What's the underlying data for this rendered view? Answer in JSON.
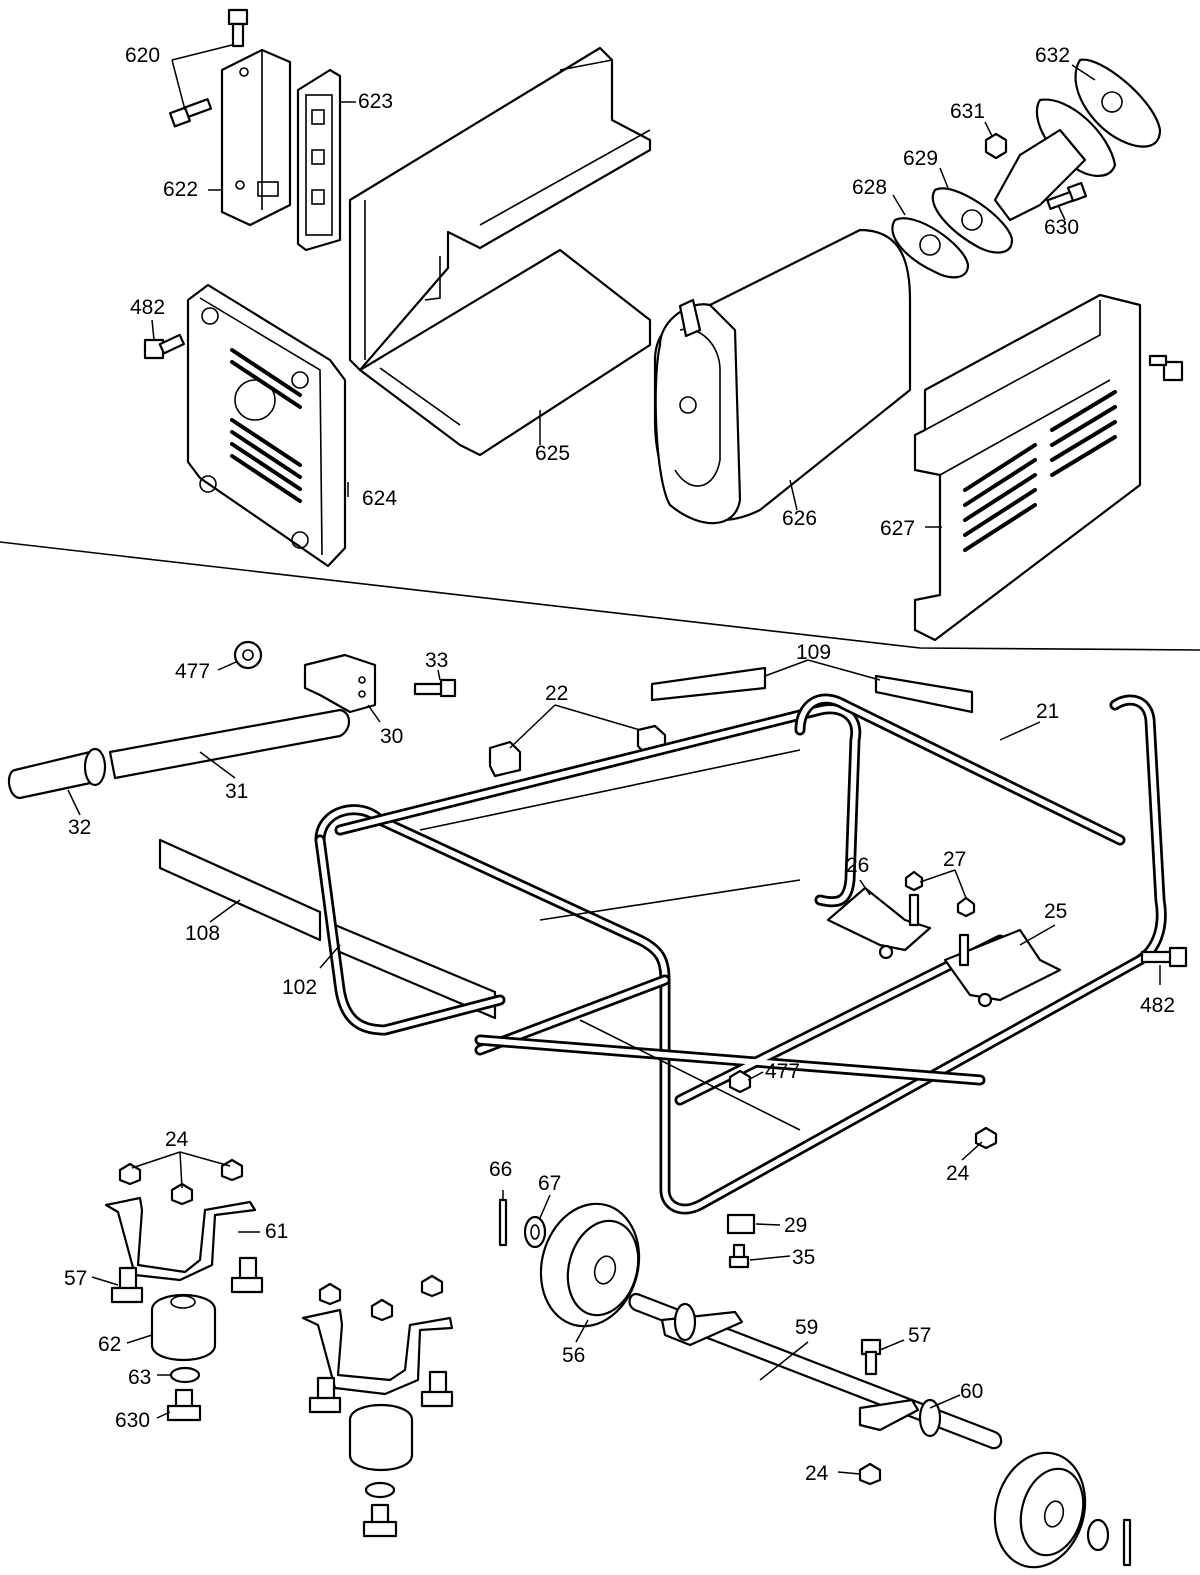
{
  "callouts": [
    {
      "id": "c620",
      "text": "620"
    },
    {
      "id": "c623",
      "text": "623"
    },
    {
      "id": "c622",
      "text": "622"
    },
    {
      "id": "c632",
      "text": "632"
    },
    {
      "id": "c631",
      "text": "631"
    },
    {
      "id": "c629",
      "text": "629"
    },
    {
      "id": "c628",
      "text": "628"
    },
    {
      "id": "c630a",
      "text": "630"
    },
    {
      "id": "c482a",
      "text": "482"
    },
    {
      "id": "c625",
      "text": "625"
    },
    {
      "id": "c624",
      "text": "624"
    },
    {
      "id": "c626",
      "text": "626"
    },
    {
      "id": "c627",
      "text": "627"
    },
    {
      "id": "c477a",
      "text": "477"
    },
    {
      "id": "c33",
      "text": "33"
    },
    {
      "id": "c30",
      "text": "30"
    },
    {
      "id": "c109",
      "text": "109"
    },
    {
      "id": "c22",
      "text": "22"
    },
    {
      "id": "c21",
      "text": "21"
    },
    {
      "id": "c31",
      "text": "31"
    },
    {
      "id": "c32",
      "text": "32"
    },
    {
      "id": "c26",
      "text": "26"
    },
    {
      "id": "c27",
      "text": "27"
    },
    {
      "id": "c25",
      "text": "25"
    },
    {
      "id": "c108",
      "text": "108"
    },
    {
      "id": "c102",
      "text": "102"
    },
    {
      "id": "c482b",
      "text": "482"
    },
    {
      "id": "c477b",
      "text": "477"
    },
    {
      "id": "c24a",
      "text": "24"
    },
    {
      "id": "c24b",
      "text": "24"
    },
    {
      "id": "c61",
      "text": "61"
    },
    {
      "id": "c57a",
      "text": "57"
    },
    {
      "id": "c62",
      "text": "62"
    },
    {
      "id": "c63",
      "text": "63"
    },
    {
      "id": "c630b",
      "text": "630"
    },
    {
      "id": "c66",
      "text": "66"
    },
    {
      "id": "c67",
      "text": "67"
    },
    {
      "id": "c29",
      "text": "29"
    },
    {
      "id": "c35",
      "text": "35"
    },
    {
      "id": "c56",
      "text": "56"
    },
    {
      "id": "c59",
      "text": "59"
    },
    {
      "id": "c57b",
      "text": "57"
    },
    {
      "id": "c60",
      "text": "60"
    },
    {
      "id": "c24c",
      "text": "24"
    }
  ]
}
